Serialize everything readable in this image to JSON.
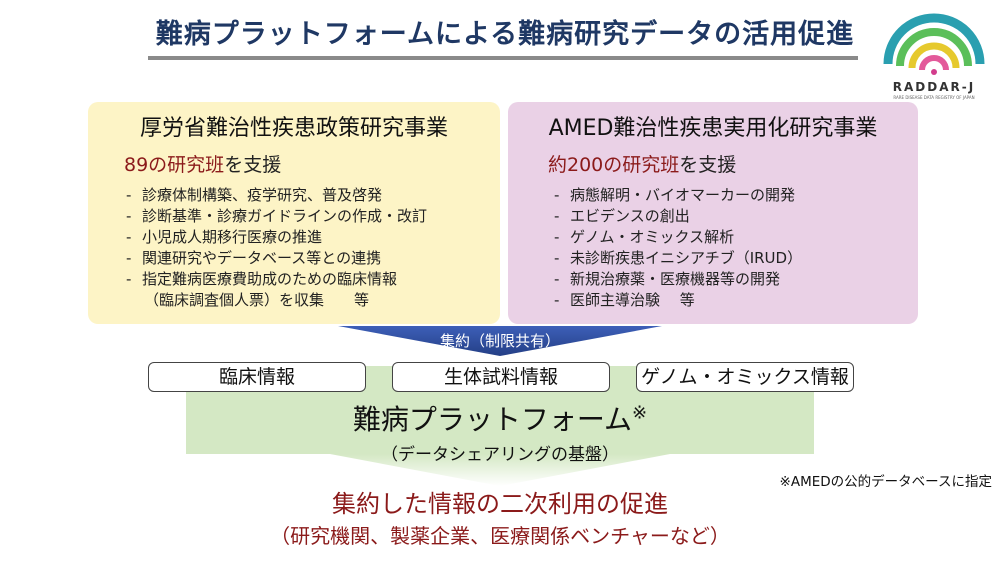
{
  "title": "難病プラットフォームによる難病研究データの活用促進",
  "logo": {
    "name": "RADDAR-J",
    "subtitle": "RARE DISEASE DATA REGISTRY OF JAPAN"
  },
  "left_box": {
    "heading": "厚労省難治性疾患政策研究事業",
    "support_highlight": "89の研究班",
    "support_suffix": "を支援",
    "items": [
      "診療体制構築、疫学研究、普及啓発",
      "診断基準・診療ガイドラインの作成・改訂",
      "小児成人期移行医療の推進",
      "関連研究やデータベース等との連携",
      "指定難病医療費助成のための臨床情報",
      "（臨床調査個人票）を収集　　等"
    ]
  },
  "right_box": {
    "heading": "AMED難治性疾患実用化研究事業",
    "support_highlight": "約200の研究班",
    "support_suffix": "を支援",
    "items": [
      "病態解明・バイオマーカーの開発",
      "エビデンスの創出",
      "ゲノム・オミックス解析",
      "未診断疾患イニシアチブ（IRUD）",
      "新規治療薬・医療機器等の開発",
      "医師主導治験　 等"
    ]
  },
  "arrow_label": "集約（制限共有）",
  "info_pills": [
    "臨床情報",
    "生体試料情報",
    "ゲノム・オミックス情報"
  ],
  "platform": {
    "name": "難病プラットフォーム",
    "mark": "※",
    "subtitle": "（データシェアリングの基盤）"
  },
  "note": "※AMEDの公的データベースに指定",
  "result": {
    "main": "集約した情報の二次利用の促進",
    "sub": "（研究機関、製薬企業、医療関係ベンチャーなど）"
  },
  "colors": {
    "title": "#1f3864",
    "left_box": "#fdf4c6",
    "right_box": "#ead1e6",
    "arrow_blue": "#2f4e9c",
    "platform_green": "#d4e8c4",
    "accent_red": "#8b1a1a"
  }
}
